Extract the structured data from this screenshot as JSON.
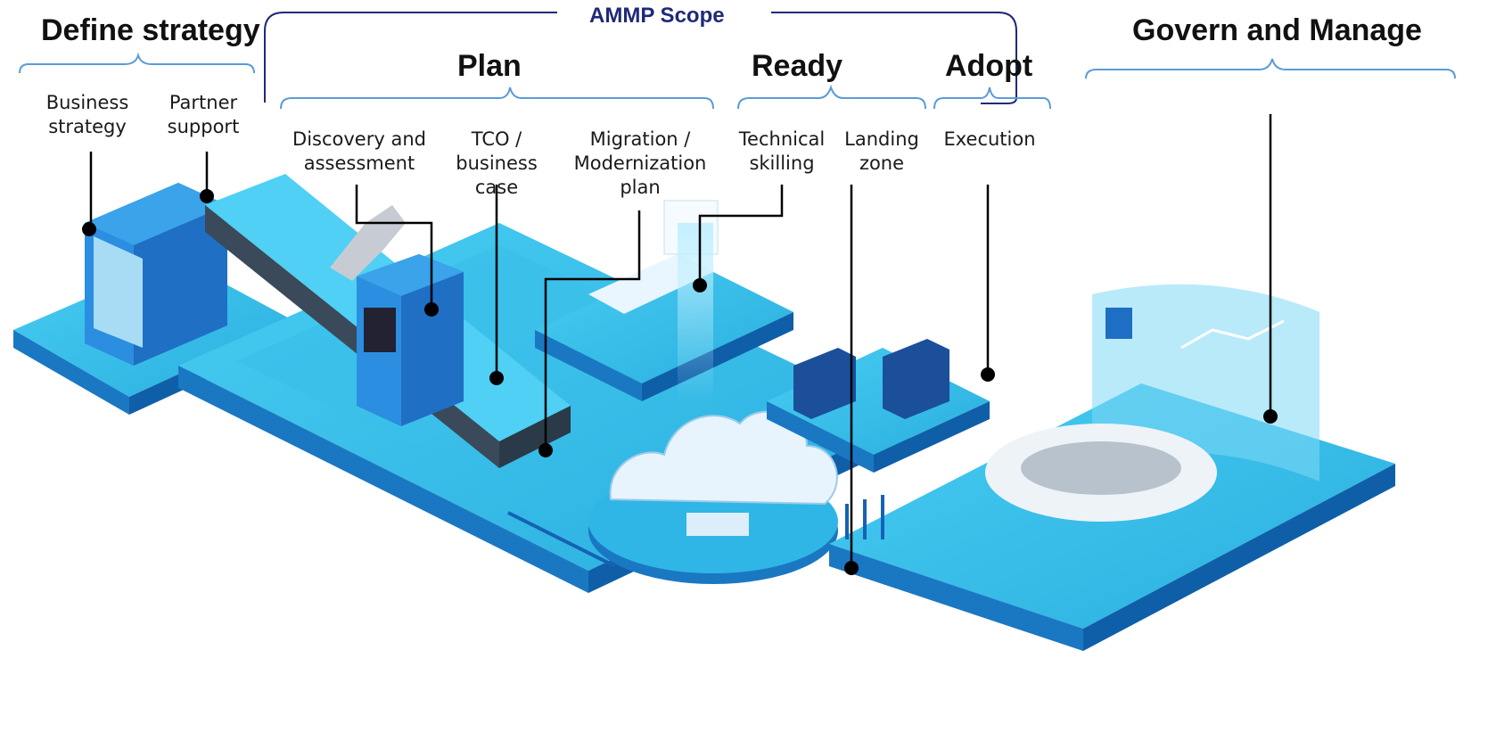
{
  "scope": {
    "label": "AMMP Scope"
  },
  "phases": {
    "define_strategy": "Define strategy",
    "plan": "Plan",
    "ready": "Ready",
    "adopt": "Adopt",
    "govern_manage": "Govern and Manage"
  },
  "steps": {
    "business_strategy": "Business strategy",
    "partner_support": "Partner support",
    "discovery": "Discovery and assessment",
    "tco": "TCO / business case",
    "migration_plan": "Migration / Modernization plan",
    "technical_skilling": "Technical skilling",
    "landing_zone": "Landing zone",
    "execution": "Execution"
  },
  "colors": {
    "platform_top": "#35c3ec",
    "platform_side": "#1a78c2",
    "platform_dark": "#0f5fa8",
    "scope_text": "#1e2a78",
    "bracket": "#5b9bd5",
    "scope_frame": "#1e2a78"
  }
}
